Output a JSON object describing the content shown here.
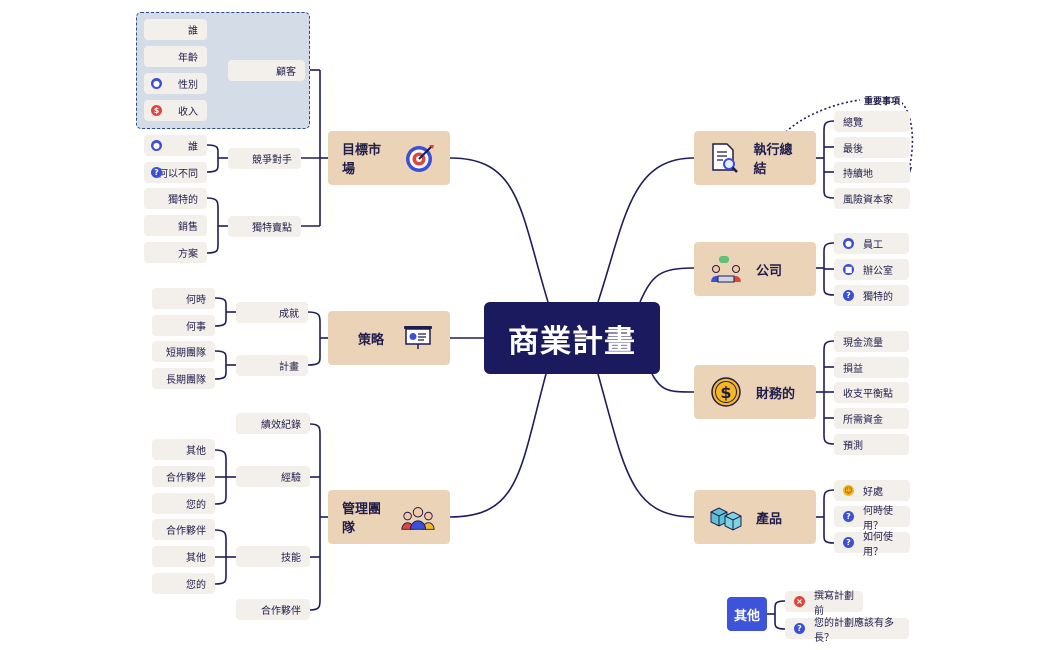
{
  "central": "商業計畫",
  "left": {
    "market": {
      "title": "目標市場",
      "customers": {
        "label": "顧客",
        "items": [
          "誰",
          "年齡",
          "性別",
          "收入"
        ]
      },
      "competitors": {
        "label": "競爭對手",
        "items": [
          "誰",
          "何以不同"
        ]
      },
      "usp": {
        "label": "獨特賣點",
        "items": [
          "獨特的",
          "銷售",
          "方案"
        ]
      }
    },
    "strategy": {
      "title": "策略",
      "achievement": {
        "label": "成就",
        "items": [
          "何時",
          "何事"
        ]
      },
      "plan": {
        "label": "計畫",
        "items": [
          "短期團隊",
          "長期團隊"
        ]
      }
    },
    "team": {
      "title": "管理團隊",
      "record": {
        "label": "績效紀錄"
      },
      "experience": {
        "label": "經驗",
        "items": [
          "其他",
          "合作夥伴",
          "您的"
        ]
      },
      "skills": {
        "label": "技能",
        "items": [
          "合作夥伴",
          "其他",
          "您的"
        ]
      },
      "partners": {
        "label": "合作夥伴"
      }
    }
  },
  "right": {
    "summary": {
      "title": "執行總結",
      "items": [
        "總覽",
        "最後",
        "持續地",
        "風險資本家"
      ],
      "relation": "重要事項"
    },
    "company": {
      "title": "公司",
      "items": [
        "員工",
        "辦公室",
        "獨特的"
      ]
    },
    "finance": {
      "title": "財務的",
      "items": [
        "現金流量",
        "損益",
        "收支平衡點",
        "所需資金",
        "預測"
      ]
    },
    "product": {
      "title": "產品",
      "items": [
        "好處",
        "何時使用？",
        "如何使用？"
      ]
    }
  },
  "other": {
    "title": "其他",
    "items": [
      "撰寫計劃前",
      "您的計劃應該有多長？"
    ]
  },
  "colors": {
    "central": "#1b1a5e",
    "main": "#ebd3b8",
    "leaf": "#f3efeb",
    "line": "#1f1d5a",
    "other": "#3d53d9",
    "boundary": "#d3dce7"
  }
}
